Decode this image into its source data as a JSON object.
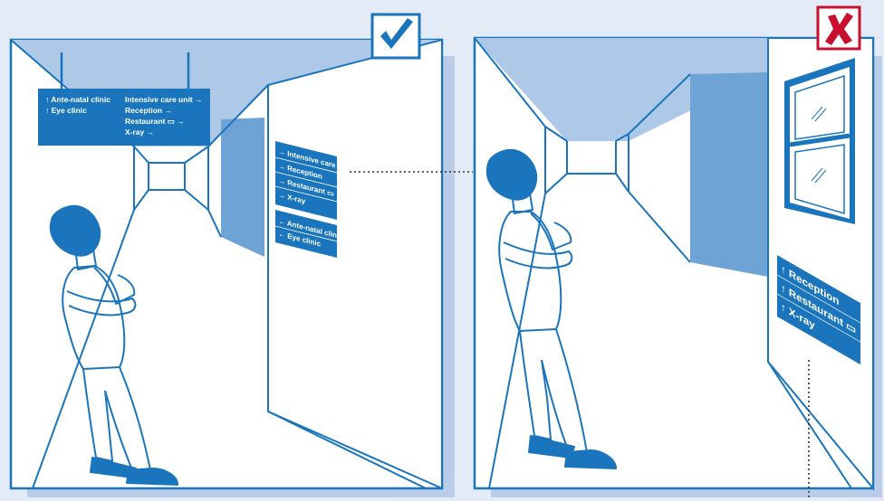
{
  "colors": {
    "background": "#e2ebf6",
    "line": "#1a75bc",
    "sign_fill": "#1a75bc",
    "shadow": "#b9cde9",
    "ceiling": "#aec8e8",
    "side_wall": "#6ea3d6",
    "check_mark": "#1a75bc",
    "cross_mark": "#c8102e",
    "connector": "#333333"
  },
  "panels": {
    "good": {
      "badge": {
        "icon": "check-mark-icon",
        "glyph": "✔"
      },
      "hanging_sign": {
        "left_column": [
          "↑ Ante-natal clinic",
          "↑ Eye clinic"
        ],
        "right_column": [
          "Intensive care unit →",
          "Reception →",
          "Restaurant ▭ →",
          "X-ray →"
        ]
      },
      "wall_sign": {
        "group_one": [
          "→ Intensive care unit",
          "→ Reception",
          "→ Restaurant ▭",
          "→ X-ray"
        ],
        "group_two": [
          "← Ante-natal clinic",
          "← Eye clinic"
        ]
      }
    },
    "bad": {
      "badge": {
        "icon": "cross-mark-icon",
        "glyph": "✘"
      },
      "wall_sign": {
        "lines": [
          "↑ Reception",
          "↑ Restaurant ▭",
          "↑ X-ray"
        ]
      }
    }
  }
}
